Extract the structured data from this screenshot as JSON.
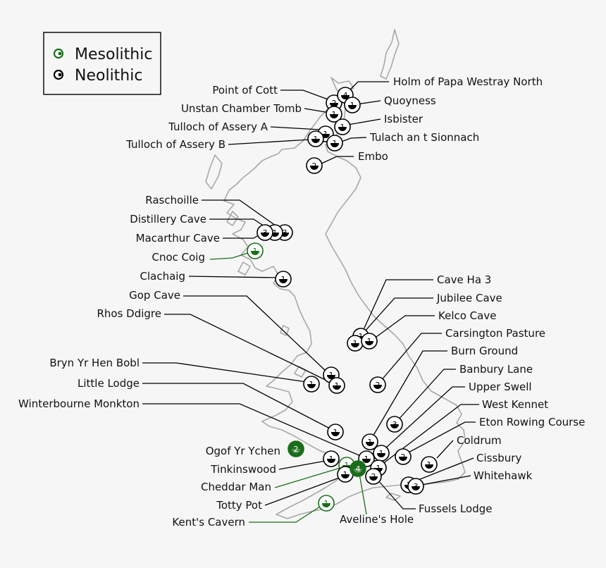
{
  "legend": {
    "mesolithic": {
      "label": "Mesolithic",
      "color": "#1a6e1a"
    },
    "neolithic": {
      "label": "Neolithic",
      "color": "#000000"
    }
  },
  "sites": [
    {
      "name": "Point of Cott",
      "count": 2,
      "period": "neolithic"
    },
    {
      "name": "Unstan Chamber Tomb",
      "count": 1,
      "period": "neolithic"
    },
    {
      "name": "Tulloch of Assery A",
      "count": 1,
      "period": "neolithic"
    },
    {
      "name": "Tulloch of Assery B",
      "count": 1,
      "period": "neolithic"
    },
    {
      "name": "Holm of Papa Westray North",
      "count": 4,
      "period": "neolithic"
    },
    {
      "name": "Quoyness",
      "count": 1,
      "period": "neolithic"
    },
    {
      "name": "Isbister",
      "count": 1,
      "period": "neolithic"
    },
    {
      "name": "Tulach an t Sionnach",
      "count": 1,
      "period": "neolithic"
    },
    {
      "name": "Embo",
      "count": 2,
      "period": "neolithic"
    },
    {
      "name": "Raschoille",
      "count": 3,
      "period": "neolithic"
    },
    {
      "name": "Distillery Cave",
      "count": 1,
      "period": "neolithic"
    },
    {
      "name": "Macarthur Cave",
      "count": 3,
      "period": "neolithic"
    },
    {
      "name": "Cnoc Coig",
      "count": 1,
      "period": "mesolithic"
    },
    {
      "name": "Clachaig",
      "count": 1,
      "period": "neolithic"
    },
    {
      "name": "Gop Cave",
      "count": 1,
      "period": "neolithic"
    },
    {
      "name": "Rhos Ddigre",
      "count": 1,
      "period": "neolithic"
    },
    {
      "name": "Bryn Yr Hen Bobl",
      "count": 1,
      "period": "neolithic"
    },
    {
      "name": "Little Lodge",
      "count": 1,
      "period": "neolithic"
    },
    {
      "name": "Winterbourne Monkton",
      "count": 1,
      "period": "neolithic"
    },
    {
      "name": "Ogof Yr Ychen",
      "count": 2,
      "period": "mesolithic"
    },
    {
      "name": "Tinkinswood",
      "count": 1,
      "period": "neolithic"
    },
    {
      "name": "Cheddar Man",
      "count": 1,
      "period": "mesolithic"
    },
    {
      "name": "Totty Pot",
      "count": 1,
      "period": "neolithic"
    },
    {
      "name": "Kent's Cavern",
      "count": 1,
      "period": "mesolithic"
    },
    {
      "name": "Cave Ha 3",
      "count": 1,
      "period": "neolithic"
    },
    {
      "name": "Jubilee Cave",
      "count": 1,
      "period": "neolithic"
    },
    {
      "name": "Kelco Cave",
      "count": 1,
      "period": "neolithic"
    },
    {
      "name": "Carsington Pasture",
      "count": 2,
      "period": "neolithic"
    },
    {
      "name": "Burn Ground",
      "count": 1,
      "period": "neolithic"
    },
    {
      "name": "Banbury Lane",
      "count": 3,
      "period": "neolithic"
    },
    {
      "name": "Upper Swell",
      "count": 1,
      "period": "neolithic"
    },
    {
      "name": "West Kennet",
      "count": 1,
      "period": "neolithic"
    },
    {
      "name": "Eton Rowing Course",
      "count": 2,
      "period": "neolithic"
    },
    {
      "name": "Coldrum",
      "count": 1,
      "period": "neolithic"
    },
    {
      "name": "Cissbury",
      "count": 1,
      "period": "neolithic"
    },
    {
      "name": "Whitehawk",
      "count": 3,
      "period": "neolithic"
    },
    {
      "name": "Fussels Lodge",
      "count": 2,
      "period": "neolithic"
    },
    {
      "name": "Aveline's Hole",
      "count": 4,
      "period": "mesolithic"
    }
  ]
}
